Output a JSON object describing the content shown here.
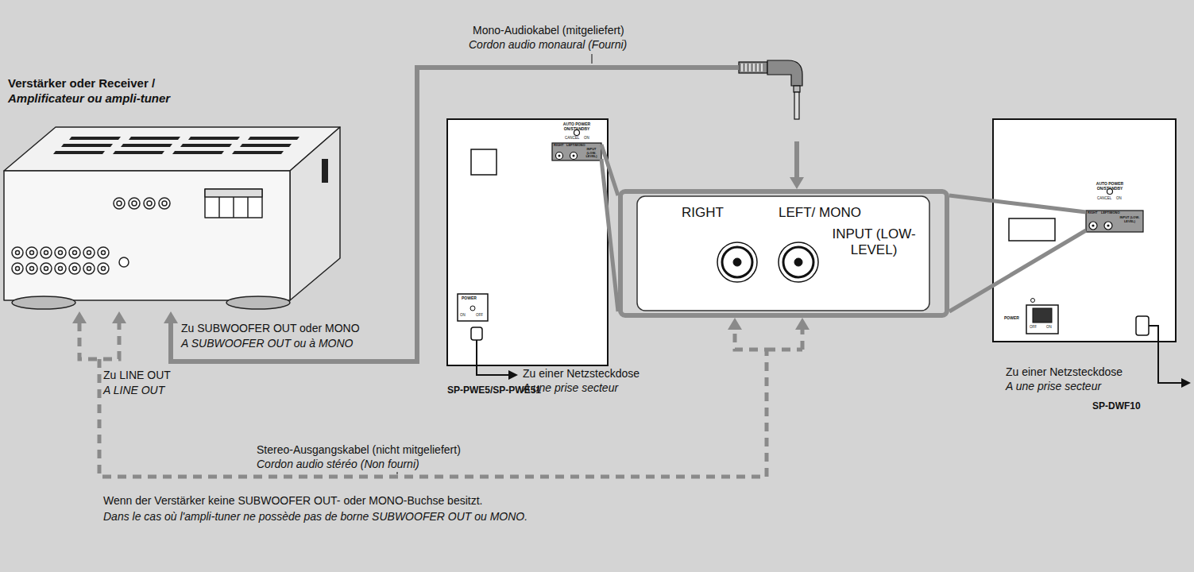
{
  "diagram": {
    "nodes": [
      {
        "text": [
          "Verstärker oder Receiver /",
          "Amplificateur ou ampli-tuner"
        ]
      },
      {
        "text": [
          "AUTO POWER ON/STANDBY",
          "CANCEL",
          "ON",
          "POWER",
          "ON",
          "OFF",
          "SP-PWE5/SP-PWE51"
        ]
      },
      {
        "text": [
          "RIGHT",
          "LEFT/MONO",
          "INPUT (LOW-LEVEL)"
        ],
        "in": 1
      },
      {
        "text": [
          "RIGHT",
          "LEFT/ MONO",
          "INPUT (LOW-LEVEL)"
        ]
      },
      {
        "text": [
          "AUTO POWER ON/STANDBY",
          "CANCEL",
          "ON",
          "POWER",
          "OFF",
          "ON",
          "SP-DWF10"
        ]
      },
      {
        "text": [
          "RIGHT",
          "LEFT/MONO",
          "INPUT (LOW-LEVEL)"
        ],
        "in": 4
      }
    ],
    "edges": [
      {
        "from": 0,
        "to": 3,
        "arrow": "both"
      },
      {
        "from": 0,
        "to": 3,
        "arrow": "both"
      },
      {
        "from": 2,
        "to": 3,
        "arrow": "none"
      },
      {
        "from": 5,
        "to": 3,
        "arrow": "none"
      }
    ],
    "labels": [
      "Mono-Audiokabel (mitgeliefert)",
      "Cordon audio monaural (Fourni)",
      "Zu SUBWOOFER OUT oder MONO",
      "A SUBWOOFER OUT ou à MONO",
      "Zu LINE OUT",
      "A LINE OUT",
      "Zu einer Netzsteckdose",
      "A une prise secteur",
      "Stereo-Ausgangskabel (nicht mitgeliefert)",
      "Cordon audio stéréo (Non fourni)",
      "Zu einer Netzsteckdose",
      "A une prise secteur",
      "Wenn der Verstärker keine SUBWOOFER OUT- oder MONO-Buchse besitzt.",
      "Dans le cas où l'ampli-tuner ne possède pas de borne SUBWOOFER OUT ou MONO."
    ]
  }
}
